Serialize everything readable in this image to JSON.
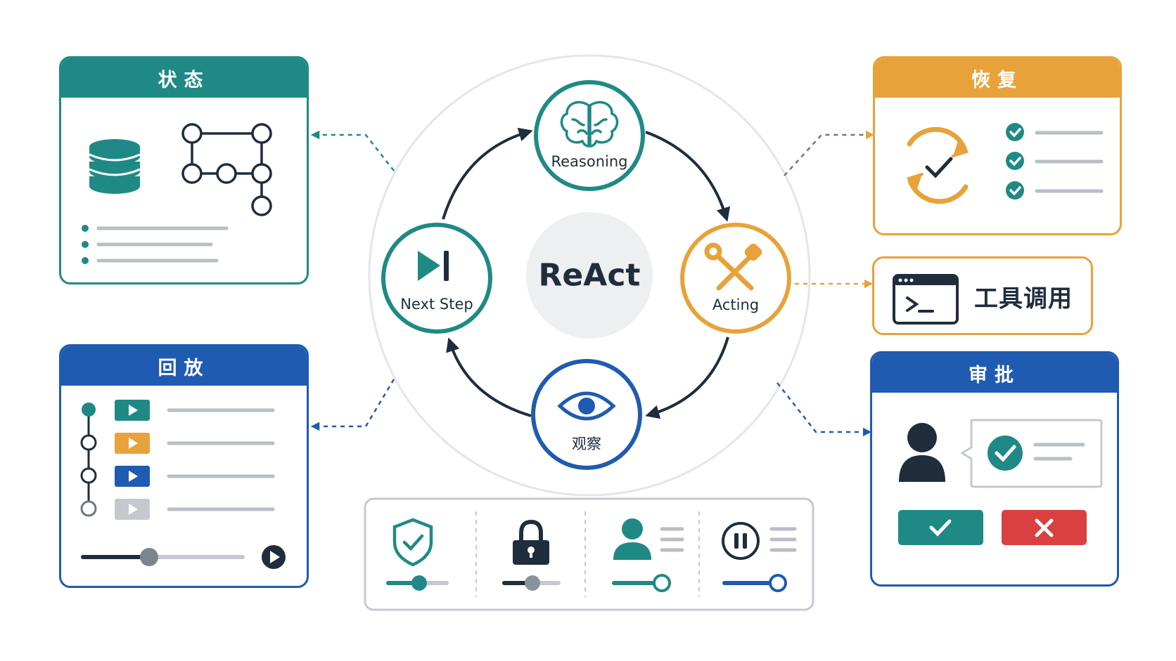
{
  "center": {
    "title": "ReAct"
  },
  "cycle_nodes": {
    "reasoning": {
      "label": "Reasoning",
      "icon": "brain-icon",
      "color": "#1f8a85"
    },
    "acting": {
      "label": "Acting",
      "icon": "wrench-screwdriver-icon",
      "color": "#e8a23a"
    },
    "observe": {
      "label": "观察",
      "icon": "eye-icon",
      "color": "#1f5bb0"
    },
    "next_step": {
      "label": "Next Step",
      "icon": "skip-forward-icon",
      "color": "#1f8a85"
    }
  },
  "panels": {
    "state": {
      "title": "状态",
      "color": "#1f8a85",
      "icons": [
        "database-icon",
        "graph-icon"
      ]
    },
    "replay": {
      "title": "回放",
      "color": "#1f5bb0",
      "icons": [
        "play-icon",
        "timeline-icon",
        "scrubber-icon"
      ]
    },
    "recovery": {
      "title": "恢复",
      "color": "#e8a23a",
      "icons": [
        "refresh-check-icon",
        "checklist-icon"
      ]
    },
    "tool_call": {
      "title": "工具调用",
      "color": "#e8a23a",
      "icons": [
        "terminal-icon"
      ]
    },
    "approval": {
      "title": "审批",
      "color": "#1f5bb0",
      "icons": [
        "user-icon",
        "approve-icon",
        "reject-icon"
      ]
    }
  },
  "control_strip": {
    "items": [
      {
        "icon": "shield-check-icon",
        "color": "#1f8a85"
      },
      {
        "icon": "lock-icon",
        "color": "#1f2d3d"
      },
      {
        "icon": "user-list-icon",
        "color": "#1f8a85"
      },
      {
        "icon": "pause-icon",
        "color": "#1f5bb0"
      }
    ]
  },
  "colors": {
    "teal": "#1f8a85",
    "orange": "#e8a23a",
    "blue": "#1f5bb0",
    "navy": "#1f2d3d",
    "red": "#d94040",
    "gray": "#b8bec6"
  }
}
